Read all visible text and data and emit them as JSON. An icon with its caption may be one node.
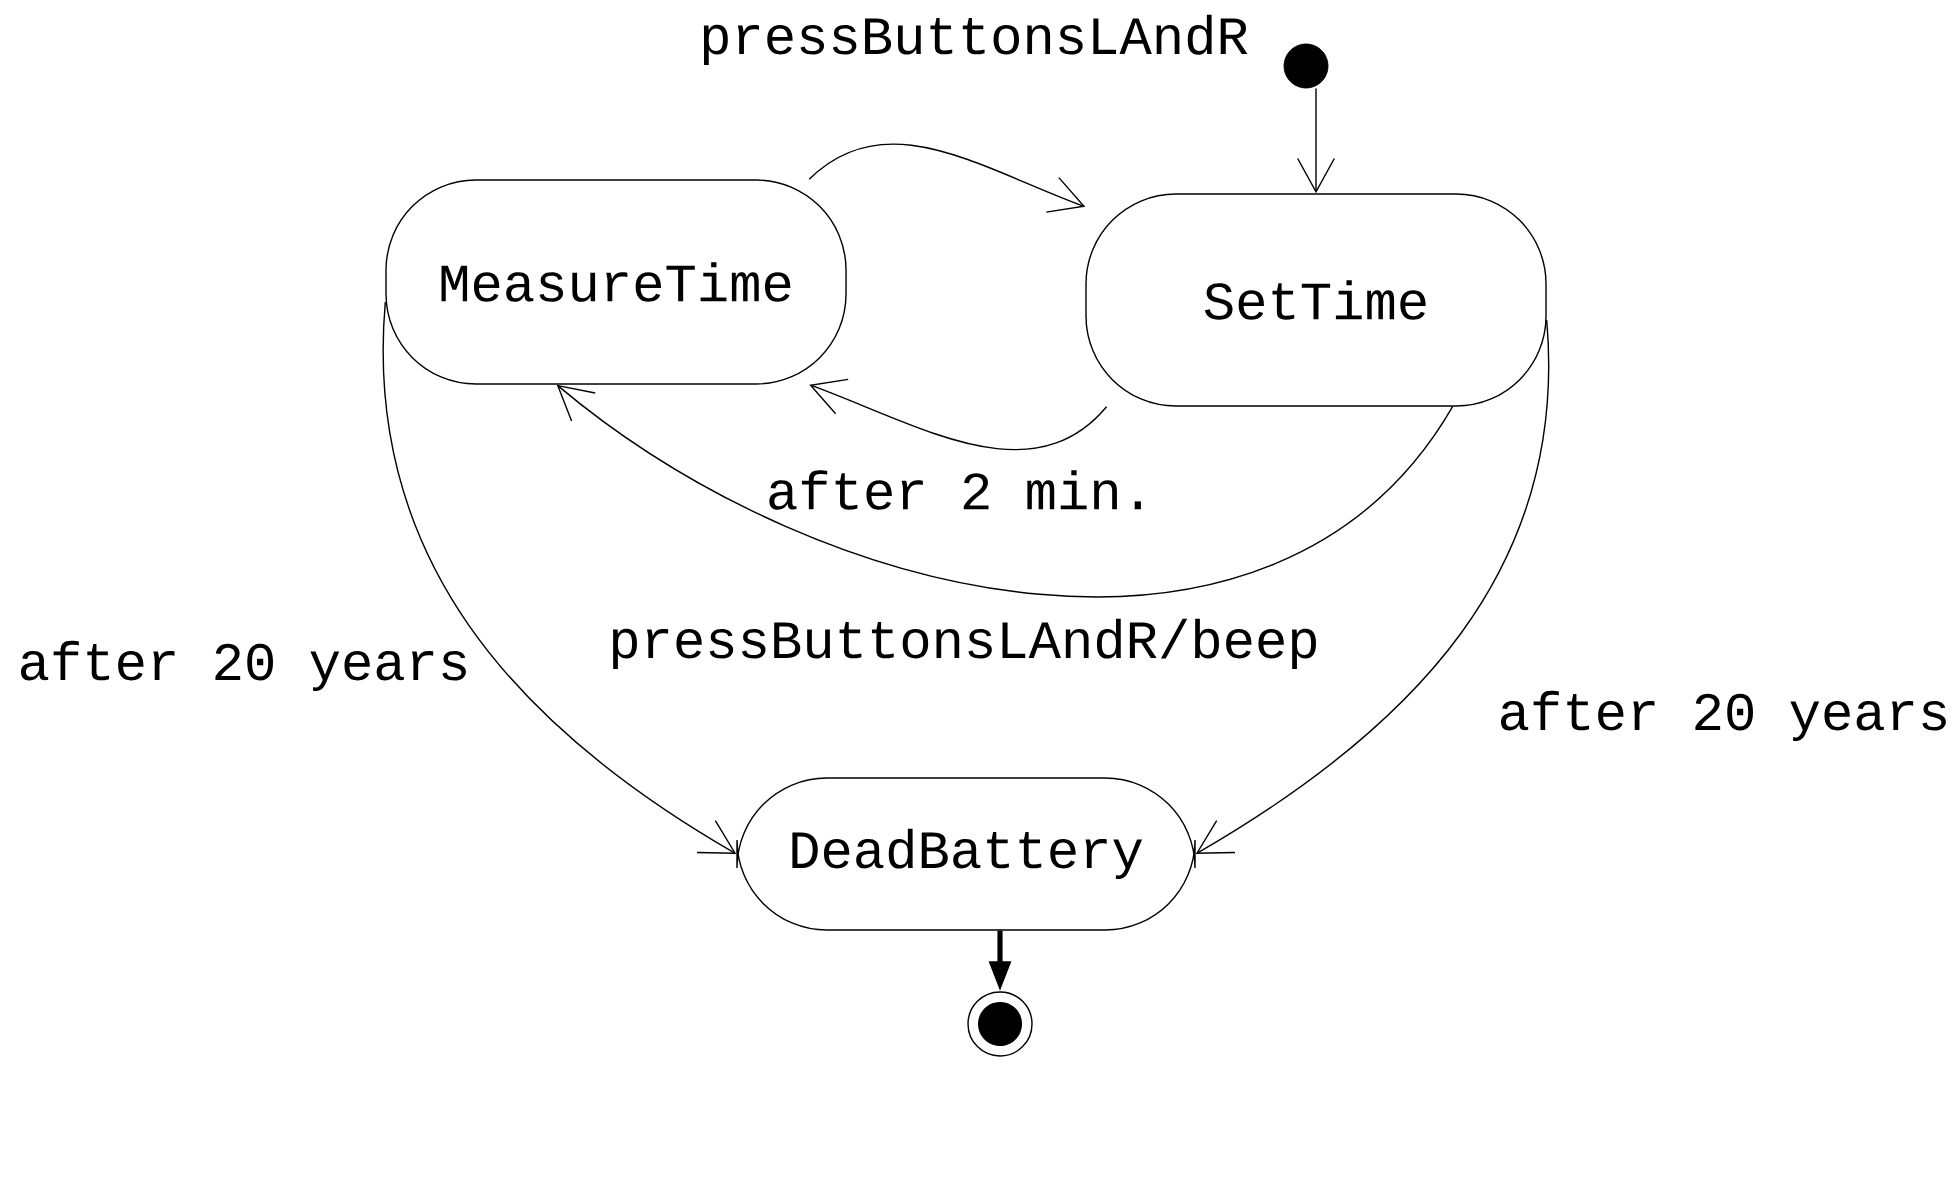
{
  "diagram": {
    "nodes": [
      {
        "text": [],
        "shape": "circle"
      },
      {
        "text": [
          "MeasureTime"
        ]
      },
      {
        "text": [
          "SetTime"
        ]
      },
      {
        "text": [
          "DeadBattery"
        ]
      },
      {
        "text": [],
        "shape": "bullseye"
      }
    ],
    "edges": [
      {
        "from": 0,
        "to": 2,
        "arrow": "to"
      },
      {
        "from": 1,
        "to": 2,
        "arrow": "to",
        "label": "pressButtonsLAndR"
      },
      {
        "from": 2,
        "to": 1,
        "arrow": "to",
        "label": "after 2 min."
      },
      {
        "from": 2,
        "to": 1,
        "arrow": "to",
        "label": "pressButtonsLAndR/beep"
      },
      {
        "from": 1,
        "to": 3,
        "arrow": "to",
        "label": "after 20 years"
      },
      {
        "from": 2,
        "to": 3,
        "arrow": "to",
        "label": "after 20 years"
      },
      {
        "from": 3,
        "to": 4,
        "arrow": "to",
        "style": "thick"
      }
    ]
  }
}
